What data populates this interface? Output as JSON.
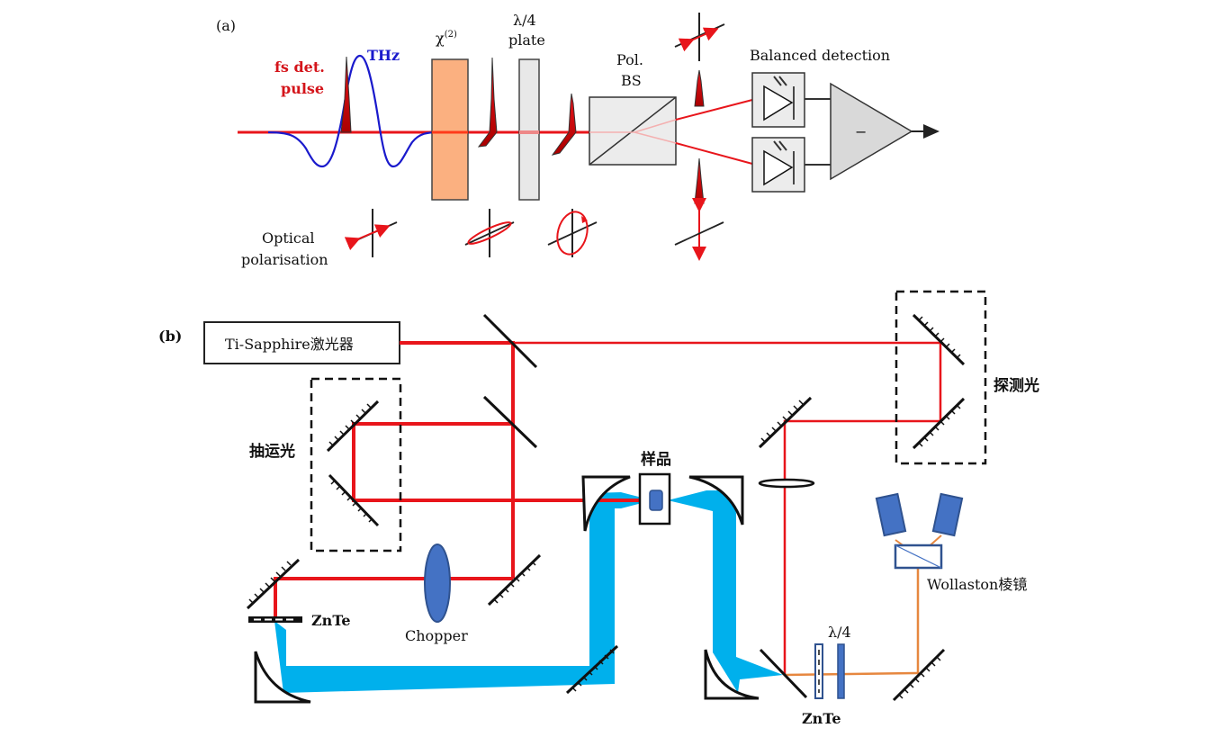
{
  "panel_a": {
    "label": "(a)",
    "fs_pulse_line1": "fs det.",
    "fs_pulse_line2": "pulse",
    "thz": "THz",
    "chi2": "χ",
    "chi2_sup": "(2)",
    "qwp_line1": "λ/4",
    "qwp_line2": "plate",
    "pbs_line1": "Pol.",
    "pbs_line2": "BS",
    "balanced": "Balanced detection",
    "minus": "−",
    "opt_pol_line1": "Optical",
    "opt_pol_line2": "polarisation"
  },
  "panel_b": {
    "label": "(b)",
    "laser": "Ti-Sapphire激光器",
    "pump": "抽运光",
    "probe": "探测光",
    "sample": "样品",
    "chopper": "Chopper",
    "znte_emitter": "ZnTe",
    "znte_detector": "ZnTe",
    "qwp": "λ/4",
    "wollaston": "Wollaston棱镜"
  },
  "colors": {
    "laser_red": "#e8151b",
    "thz_blue": "#00b0ec",
    "probe_orange": "#e6873f",
    "component_blue": "#4472c4",
    "crystal_orange": "#fbb080",
    "thz_wave": "#1a1acc"
  }
}
